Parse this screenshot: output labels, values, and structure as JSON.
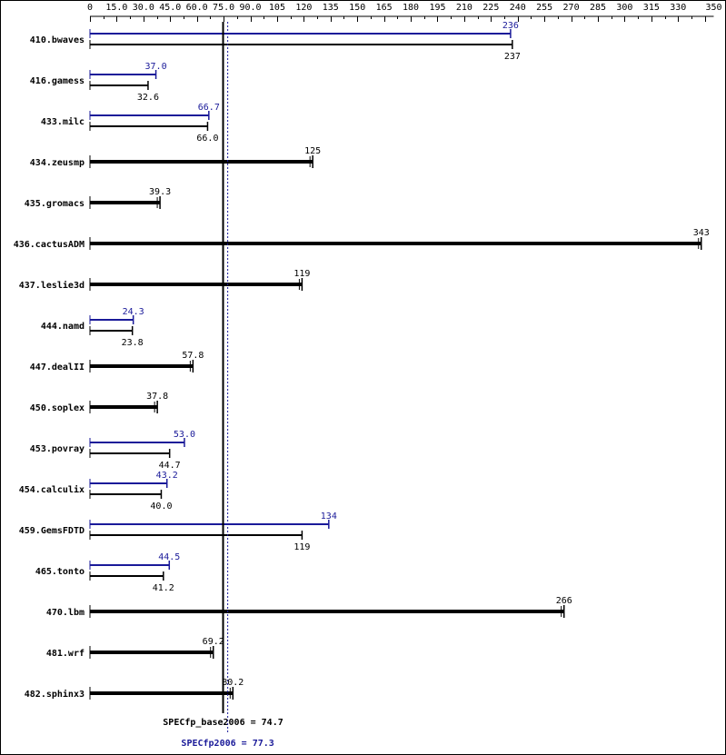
{
  "chart_data": {
    "type": "bar",
    "orientation": "horizontal",
    "x_axis": {
      "range": [
        0,
        350
      ],
      "tick_labels": [
        "0",
        "15.0",
        "30.0",
        "45.0",
        "60.0",
        "75.0",
        "90.0",
        "105",
        "120",
        "135",
        "150",
        "165",
        "180",
        "195",
        "210",
        "225",
        "240",
        "255",
        "270",
        "285",
        "300",
        "315",
        "330",
        "350"
      ],
      "tick_values": [
        0,
        15,
        30,
        45,
        60,
        75,
        90,
        105,
        120,
        135,
        150,
        165,
        180,
        195,
        210,
        225,
        240,
        255,
        270,
        285,
        300,
        315,
        330,
        350
      ],
      "position": "top"
    },
    "colors": {
      "peak": "#1a1a99",
      "base": "#000000"
    },
    "benchmarks": [
      {
        "name": "410.bwaves",
        "peak": 236,
        "peak_label": "236",
        "base": 237,
        "base_label": "237"
      },
      {
        "name": "416.gamess",
        "peak": 37.0,
        "peak_label": "37.0",
        "base": 32.6,
        "base_label": "32.6"
      },
      {
        "name": "433.milc",
        "peak": 66.7,
        "peak_label": "66.7",
        "base": 66.0,
        "base_label": "66.0"
      },
      {
        "name": "434.zeusmp",
        "base": 125,
        "base_label": "125"
      },
      {
        "name": "435.gromacs",
        "base": 39.3,
        "base_label": "39.3"
      },
      {
        "name": "436.cactusADM",
        "base": 343,
        "base_label": "343"
      },
      {
        "name": "437.leslie3d",
        "base": 119,
        "base_label": "119"
      },
      {
        "name": "444.namd",
        "peak": 24.3,
        "peak_label": "24.3",
        "base": 23.8,
        "base_label": "23.8"
      },
      {
        "name": "447.dealII",
        "base": 57.8,
        "base_label": "57.8"
      },
      {
        "name": "450.soplex",
        "base": 37.8,
        "base_label": "37.8"
      },
      {
        "name": "453.povray",
        "peak": 53.0,
        "peak_label": "53.0",
        "base": 44.7,
        "base_label": "44.7"
      },
      {
        "name": "454.calculix",
        "peak": 43.2,
        "peak_label": "43.2",
        "base": 40.0,
        "base_label": "40.0"
      },
      {
        "name": "459.GemsFDTD",
        "peak": 134,
        "peak_label": "134",
        "base": 119,
        "base_label": "119"
      },
      {
        "name": "465.tonto",
        "peak": 44.5,
        "peak_label": "44.5",
        "base": 41.2,
        "base_label": "41.2"
      },
      {
        "name": "470.lbm",
        "base": 266,
        "base_label": "266"
      },
      {
        "name": "481.wrf",
        "base": 69.2,
        "base_label": "69.2"
      },
      {
        "name": "482.sphinx3",
        "base": 80.2,
        "base_label": "80.2"
      }
    ],
    "reference_lines": [
      {
        "id": "base",
        "label": "SPECfp_base2006 = 74.7",
        "value": 74.7,
        "style": "solid",
        "color": "#000000"
      },
      {
        "id": "peak",
        "label": "SPECfp2006 = 77.3",
        "value": 77.3,
        "style": "dotted",
        "color": "#1a1a99"
      }
    ]
  }
}
